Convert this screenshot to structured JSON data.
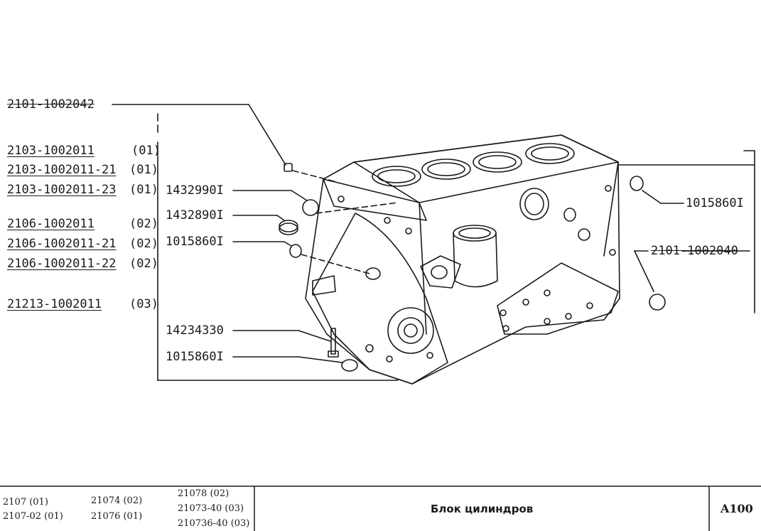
{
  "top_left_part": "2101-1002042",
  "variant_groups": [
    {
      "parts": [
        "2103-1002011",
        "2103-1002011-21",
        "2103-1002011-23"
      ],
      "codes": [
        "(01)",
        "(01)",
        "(01)"
      ]
    },
    {
      "parts": [
        "2106-1002011",
        "2106-1002011-21",
        "2106-1002011-22"
      ],
      "codes": [
        "(02)",
        "(02)",
        "(02)"
      ]
    },
    {
      "parts": [
        "21213-1002011"
      ],
      "codes": [
        "(03)"
      ]
    }
  ],
  "callouts_left": [
    "1432990I",
    "1432890I",
    "1015860I",
    "14234330",
    "1015860I"
  ],
  "callouts_right": [
    "1015860I",
    "2101-1002040"
  ],
  "footer": {
    "models_col1": [
      "2107 (01)",
      "2107-02 (01)"
    ],
    "models_col2": [
      "21074 (02)",
      "21076 (01)"
    ],
    "models_col3": [
      "21078 (02)",
      "21073-40 (03)",
      "210736-40 (03)"
    ],
    "title": "Блок цилиндров",
    "code": "A100"
  }
}
